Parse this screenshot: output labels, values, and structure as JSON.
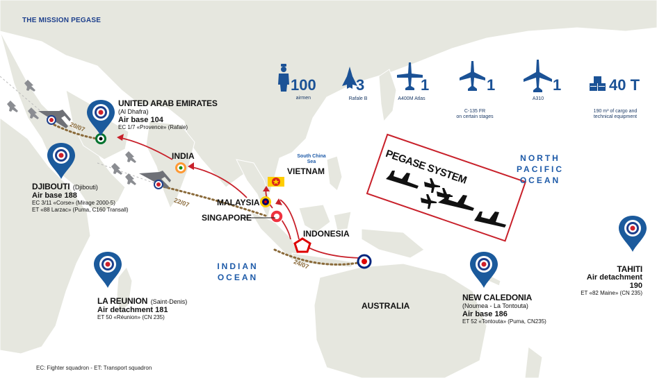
{
  "header": {
    "title": "THE MISSION PEGASE",
    "flag_colors": [
      "#1d3f8c",
      "#ffffff",
      "#d0202a"
    ]
  },
  "stats": [
    {
      "icon": "airman-icon",
      "value": "100",
      "label": "airmen"
    },
    {
      "icon": "rafale-icon",
      "value": "3",
      "label": "Rafale B"
    },
    {
      "icon": "a400m-icon",
      "value": "1",
      "label": "A400M Atlas"
    },
    {
      "icon": "c135-icon",
      "value": "1",
      "label": "C-135 FR\non certain stages"
    },
    {
      "icon": "a310-icon",
      "value": "1",
      "label": "A310"
    },
    {
      "icon": "cargo-icon",
      "value": "40 T",
      "label": "190 m³ of cargo and\ntechnical equipment"
    }
  ],
  "locations": {
    "uae": {
      "name": "UNITED ARAB EMIRATES",
      "sub": "(Al Dhafra)",
      "base": "Air base 104",
      "detail": "EC 1/7 «Provence» (Rafale)"
    },
    "djibouti": {
      "name": "DJIBOUTI",
      "sub": "(Djibouti)",
      "base": "Air base 188",
      "detail1": "EC 3/11 «Corse» (Mirage 2000-5)",
      "detail2": "ET «88 Larzac» (Puma, C160 Transall)"
    },
    "reunion": {
      "name": "LA REUNION",
      "sub": "(Saint-Denis)",
      "base": "Air detachment 181",
      "detail": "ET 50 «Réunion» (CN 235)"
    },
    "new_caledonia": {
      "name": "NEW CALEDONIA",
      "sub": "(Noumea - La Tontouta)",
      "base": "Air base 186",
      "detail": "ET 52 «Tontouta» (Puma, CN235)"
    },
    "tahiti": {
      "name": "TAHITI",
      "base": "Air detachment 190",
      "detail": "ET «82 Maine» (CN 235)"
    }
  },
  "cities": {
    "india": "INDIA",
    "vietnam": "VIETNAM",
    "malaysia": "MALAYSIA",
    "singapore": "SINGAPORE",
    "indonesia": "INDONESIA",
    "australia": "AUSTRALIA"
  },
  "seas": {
    "south_china": "South China\nSea"
  },
  "oceans": {
    "indian": "INDIAN\nOCEAN",
    "north_pacific": "NORTH\nPACIFIC\nOCEAN"
  },
  "dates": {
    "d1": "20/07",
    "d2": "22/07",
    "d3": "24/07"
  },
  "pegase_box": {
    "title": "PEGASE SYSTEM"
  },
  "footnote": "EC: Fighter squadron - ET: Transport squadron",
  "colors": {
    "land": "#e6e7df",
    "marker": "#1b5a9c",
    "route_red": "#c8202a",
    "route_dotted": "#8a6a3a",
    "text_blue": "#1d5aa8"
  }
}
